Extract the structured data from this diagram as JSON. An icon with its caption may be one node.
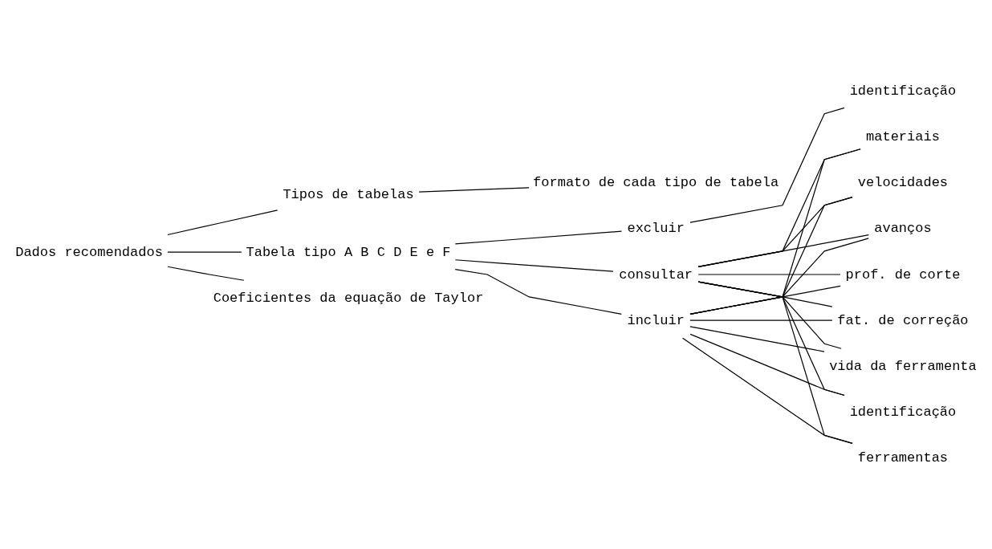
{
  "diagram": {
    "nodes": [
      {
        "text": [
          "Dados recomendados"
        ]
      },
      {
        "text": [
          "Tipos de tabelas"
        ]
      },
      {
        "text": [
          "formato de cada tipo de tabela"
        ]
      },
      {
        "text": [
          "Tabela tipo A B C D E e F"
        ]
      },
      {
        "text": [
          "consultar"
        ]
      },
      {
        "text": [
          "incluir"
        ]
      },
      {
        "text": [
          "excluir"
        ]
      },
      {
        "text": [
          "identificação"
        ]
      },
      {
        "text": [
          "ferramentas"
        ]
      },
      {
        "text": [
          "materiais"
        ]
      },
      {
        "text": [
          "velocidades"
        ]
      },
      {
        "text": [
          "avanços"
        ]
      },
      {
        "text": [
          "prof. de corte"
        ]
      },
      {
        "text": [
          "fat. de correção"
        ]
      },
      {
        "text": [
          "vida da ferramenta"
        ]
      },
      {
        "text": [
          "identificação"
        ]
      },
      {
        "text": [
          "Coeficientes da equação de Taylor"
        ]
      }
    ],
    "edges": [
      {
        "from": 0,
        "to": 1,
        "arrow": "none"
      },
      {
        "from": 1,
        "to": 2,
        "arrow": "none"
      },
      {
        "from": 0,
        "to": 3,
        "arrow": "none"
      },
      {
        "from": 3,
        "to": 4,
        "arrow": "none"
      },
      {
        "from": 3,
        "to": 5,
        "arrow": "none"
      },
      {
        "from": 3,
        "to": 6,
        "arrow": "none"
      },
      {
        "from": 4,
        "to": 7,
        "arrow": "none"
      },
      {
        "from": 4,
        "to": 8,
        "arrow": "none"
      },
      {
        "from": 4,
        "to": 9,
        "arrow": "none"
      },
      {
        "from": 4,
        "to": 10,
        "arrow": "none"
      },
      {
        "from": 4,
        "to": 11,
        "arrow": "none"
      },
      {
        "from": 4,
        "to": 12,
        "arrow": "none"
      },
      {
        "from": 4,
        "to": 13,
        "arrow": "none"
      },
      {
        "from": 4,
        "to": 14,
        "arrow": "none"
      },
      {
        "from": 5,
        "to": 7,
        "arrow": "none"
      },
      {
        "from": 5,
        "to": 8,
        "arrow": "none"
      },
      {
        "from": 5,
        "to": 9,
        "arrow": "none"
      },
      {
        "from": 5,
        "to": 10,
        "arrow": "none"
      },
      {
        "from": 5,
        "to": 11,
        "arrow": "none"
      },
      {
        "from": 5,
        "to": 12,
        "arrow": "none"
      },
      {
        "from": 5,
        "to": 13,
        "arrow": "none"
      },
      {
        "from": 5,
        "to": 14,
        "arrow": "none"
      },
      {
        "from": 6,
        "to": 15,
        "arrow": "none"
      },
      {
        "from": 0,
        "to": 16,
        "arrow": "none"
      }
    ]
  }
}
